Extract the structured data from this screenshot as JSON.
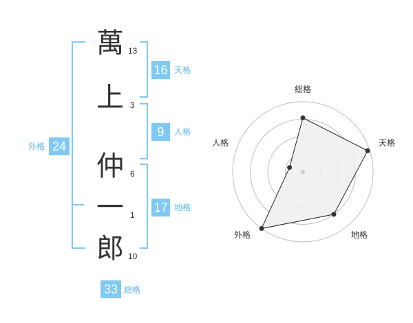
{
  "name_chars": [
    {
      "char": "萬",
      "strokes": "13"
    },
    {
      "char": "上",
      "strokes": "3"
    },
    {
      "char": "仲",
      "strokes": "6"
    },
    {
      "char": "一",
      "strokes": "1"
    },
    {
      "char": "郎",
      "strokes": "10"
    }
  ],
  "fortunes": {
    "tenkaku": {
      "value": "16",
      "label": "天格"
    },
    "jinkaku": {
      "value": "9",
      "label": "人格"
    },
    "chikaku": {
      "value": "17",
      "label": "地格"
    },
    "gaikaku": {
      "value": "24",
      "label": "外格"
    },
    "soukaku": {
      "value": "33",
      "label": "総格"
    }
  },
  "chart_data": {
    "type": "radar",
    "axes": [
      "総格",
      "天格",
      "地格",
      "外格",
      "人格"
    ],
    "values": [
      0.77,
      0.97,
      0.75,
      1.0,
      0.2
    ],
    "rmax": 1,
    "rings": 4,
    "fill_color": "#eeeeee",
    "line_color": "#222222"
  },
  "colors": {
    "accent": "#7fc9f3",
    "label": "#5cb8ec"
  }
}
